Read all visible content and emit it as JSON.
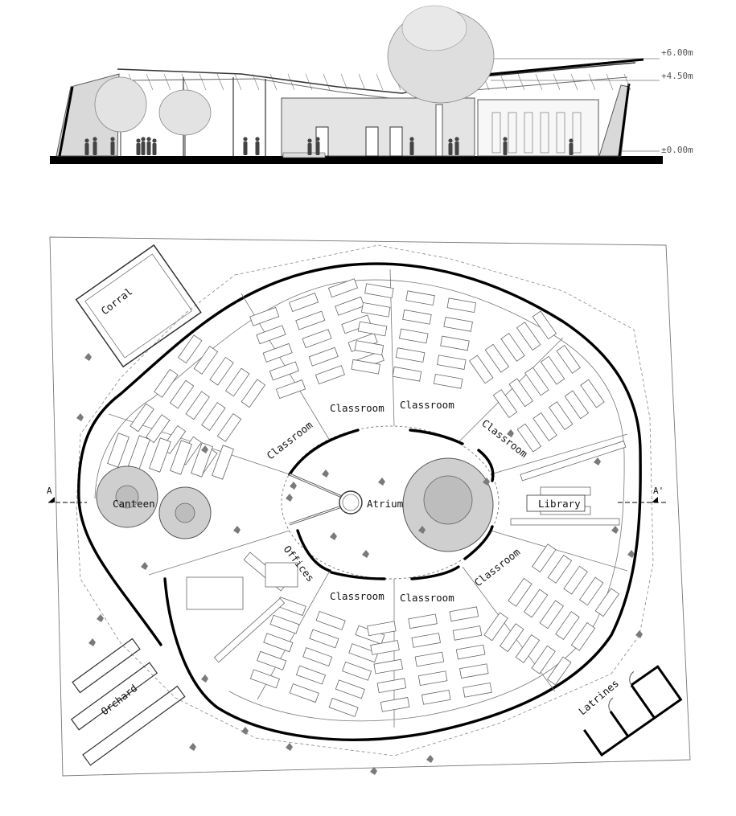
{
  "section": {
    "levels": [
      {
        "label": "+6.00m"
      },
      {
        "label": "+4.50m"
      },
      {
        "label": "±0.00m"
      }
    ]
  },
  "plan": {
    "section_markers": {
      "left": "A",
      "right": "A'"
    },
    "rooms": {
      "classroom_ul": "Classroom",
      "classroom_tl": "Classroom",
      "classroom_tr": "Classroom",
      "classroom_ur": "Classroom",
      "classroom_lr": "Classroom",
      "classroom_bl": "Classroom",
      "classroom_br": "Classroom",
      "atrium": "Atrium",
      "canteen": "Canteen",
      "library": "Library",
      "offices": "Offices",
      "corral": "Corral",
      "orchard": "Orchard",
      "latrines": "Latrines"
    }
  },
  "colors": {
    "ink": "#111111",
    "wall": "#000000",
    "tree_fill": "#cfcfcf",
    "line": "#777777"
  }
}
